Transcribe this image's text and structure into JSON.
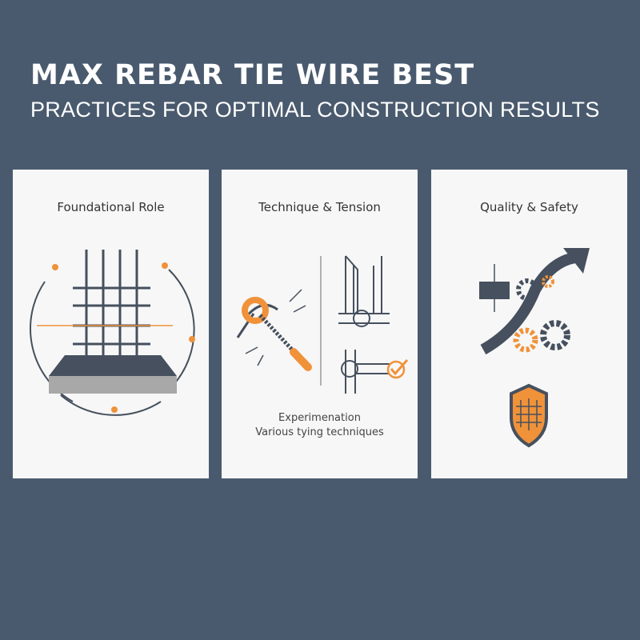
{
  "title": {
    "line1": "MAX REBAR TIE WIRE BEST",
    "line2": "PRACTICES  FOR  OPTIMAL CONSTRUCTION RESULTS"
  },
  "colors": {
    "background": "#4a5a6e",
    "card": "#f7f7f7",
    "accent": "#f0923a",
    "ink": "#46505e"
  },
  "cards": [
    {
      "heading": "Foundational Role",
      "icon": "rebar-cage-on-slab-icon"
    },
    {
      "heading": "Technique & Tension",
      "icon": "tie-tool-and-knots-icon",
      "caption1": "Experimenation",
      "caption2": "Various tying techniques"
    },
    {
      "heading": "Quality & Safety",
      "icon": "gears-arrow-shield-icon"
    }
  ]
}
